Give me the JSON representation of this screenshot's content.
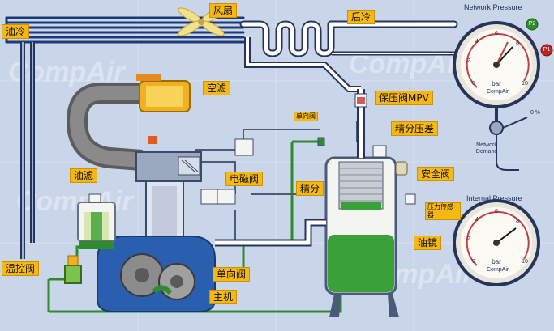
{
  "watermark": "CompAir",
  "labels": {
    "fan": "风扇",
    "aftercooler": "后冷",
    "oil_cooler": "油冷",
    "air_filter": "空滤",
    "check_valve_top": "单向阀",
    "mpv": "保压阀MPV",
    "separator_dp": "精分压差",
    "solenoid_valve": "电磁阀",
    "separator": "精分",
    "safety_valve": "安全阀",
    "oil_filter": "油滤",
    "pressure_sensor": "压力传感器",
    "sight_glass": "油镜",
    "thermostatic_valve": "温控阀",
    "check_valve_bottom": "单向阀",
    "airend": "主机"
  },
  "gauges": {
    "network_title": "Network Pressure",
    "internal_title": "Internal Pressure",
    "unit": "bar",
    "brand": "CompAir",
    "ticks": [
      "0",
      "2",
      "4",
      "6",
      "8",
      "10"
    ],
    "p2": "P2",
    "p1": "P1",
    "network_demand": "Network Demand",
    "percent": "0 %"
  },
  "colors": {
    "background": "#c9d6ea",
    "label_fill": "#f6b913",
    "oil_green": "#2e8b2e",
    "separator_green": "#3aa03a",
    "airend_blue": "#2a5fb0"
  }
}
